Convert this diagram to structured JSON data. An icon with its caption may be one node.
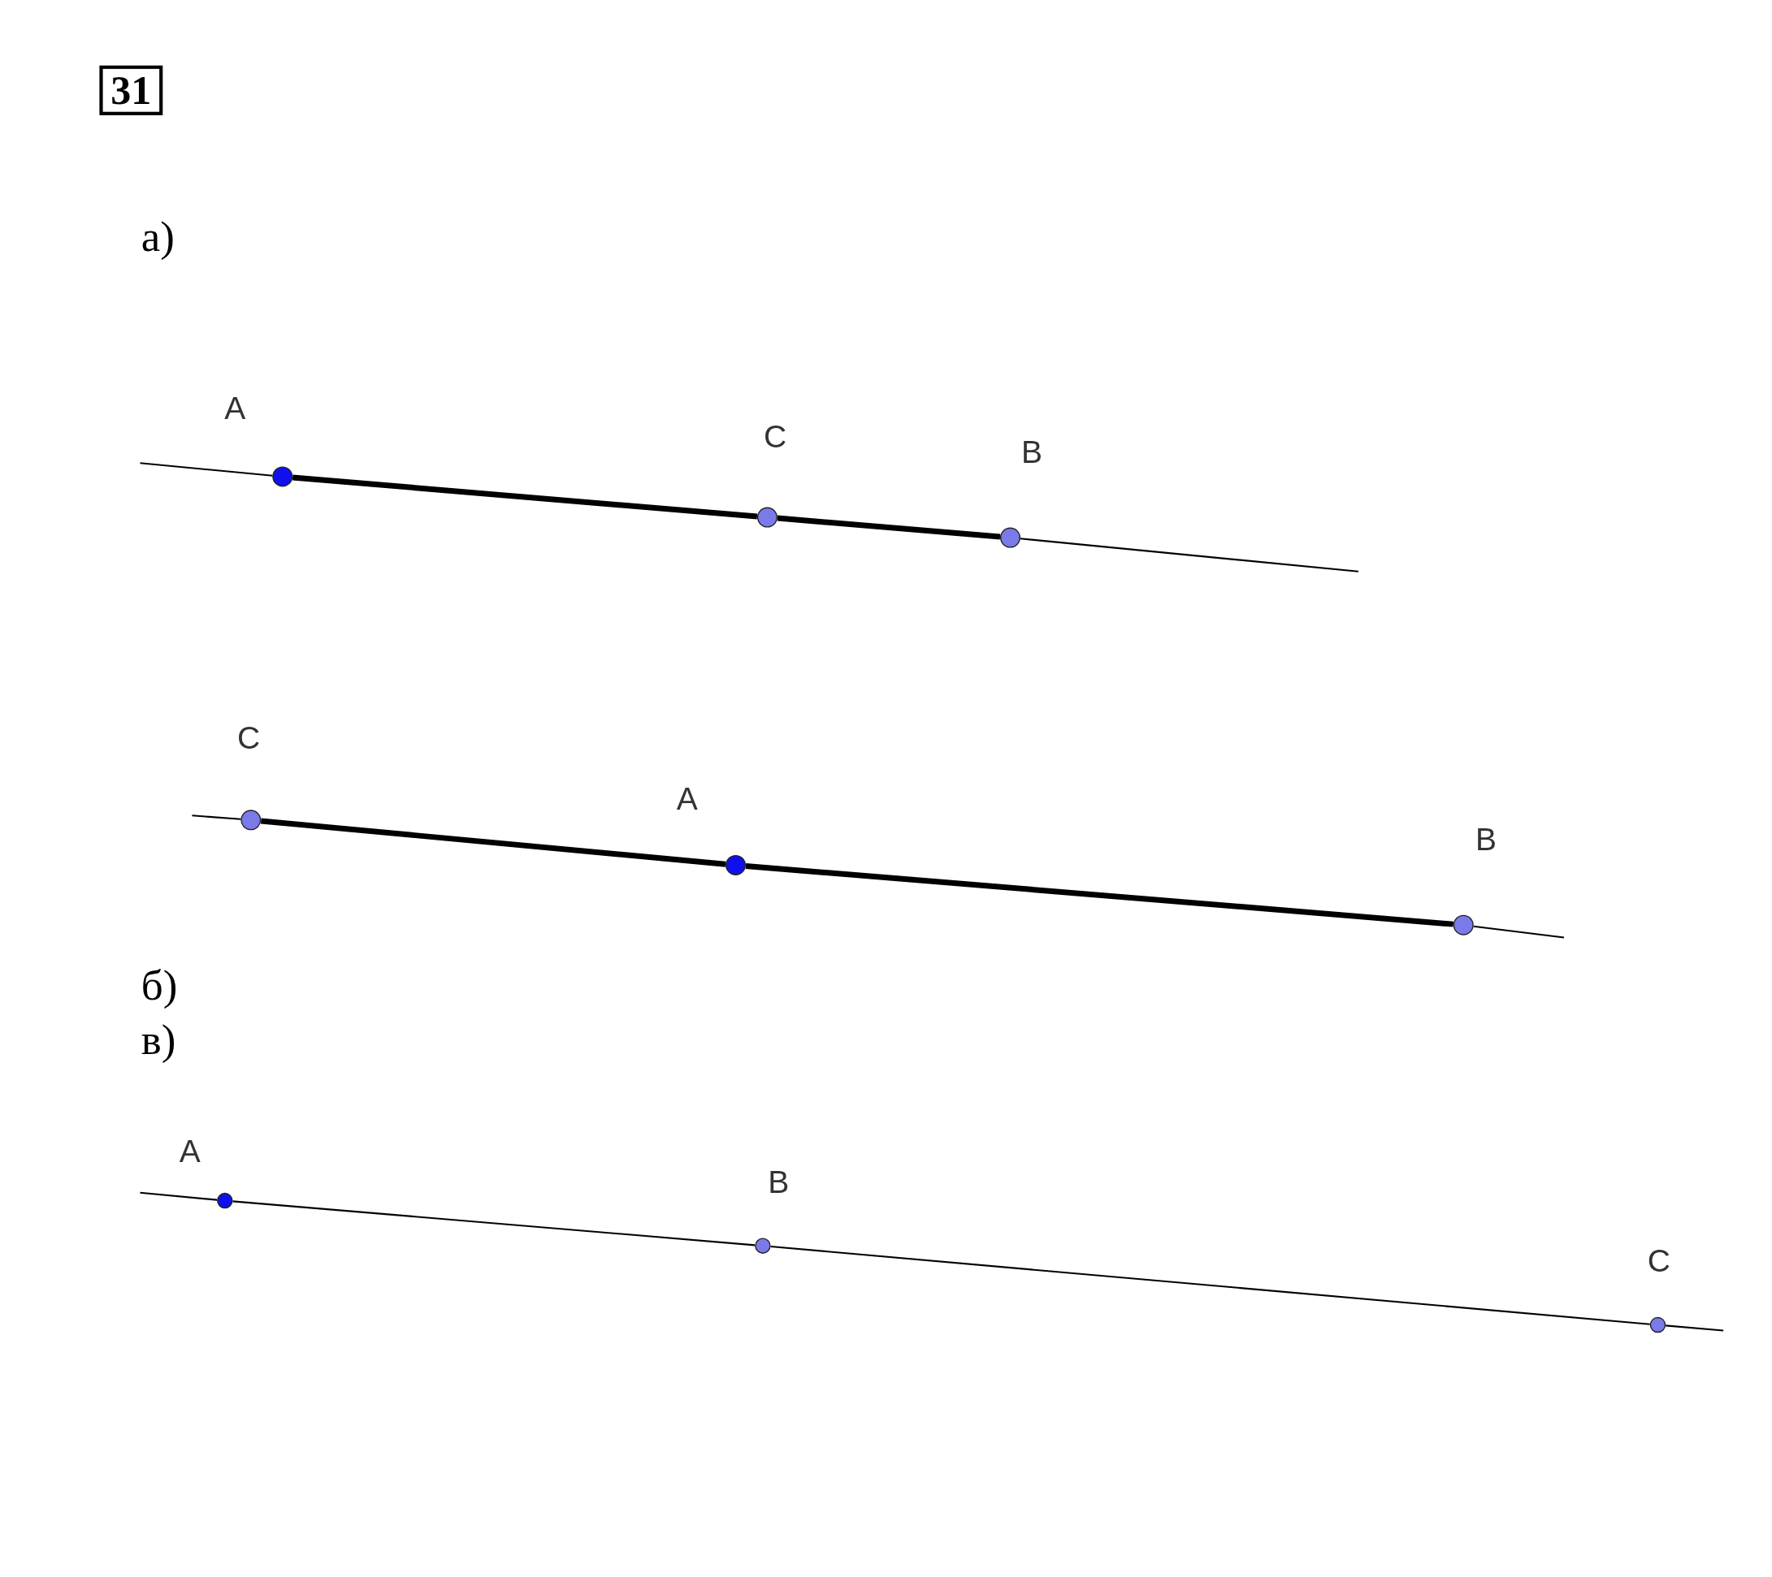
{
  "diagram": {
    "nodes": [
      {
        "text": [
          "A"
        ]
      },
      {
        "text": [
          "C"
        ]
      },
      {
        "text": [
          "B"
        ]
      },
      {
        "text": [
          "C"
        ]
      },
      {
        "text": [
          "A"
        ]
      },
      {
        "text": [
          "B"
        ]
      },
      {
        "text": [
          "A"
        ]
      },
      {
        "text": [
          "B"
        ]
      },
      {
        "text": [
          "C"
        ]
      }
    ],
    "edges": [
      {
        "from": null,
        "to": 0,
        "arrow": "none"
      },
      {
        "from": 0,
        "to": 1,
        "arrow": "none",
        "style": "thick"
      },
      {
        "from": 1,
        "to": 2,
        "arrow": "none",
        "style": "thick"
      },
      {
        "from": 2,
        "to": null,
        "arrow": "none"
      },
      {
        "from": null,
        "to": 3,
        "arrow": "none"
      },
      {
        "from": 3,
        "to": 4,
        "arrow": "none",
        "style": "thick"
      },
      {
        "from": 4,
        "to": 5,
        "arrow": "none",
        "style": "thick"
      },
      {
        "from": 5,
        "to": null,
        "arrow": "none"
      },
      {
        "from": null,
        "to": 6,
        "arrow": "none"
      },
      {
        "from": 6,
        "to": 7,
        "arrow": "none"
      },
      {
        "from": 7,
        "to": 8,
        "arrow": "none"
      },
      {
        "from": 8,
        "to": null,
        "arrow": "none"
      }
    ],
    "labels": [
      "31",
      "а)",
      "б)",
      "в)"
    ]
  }
}
